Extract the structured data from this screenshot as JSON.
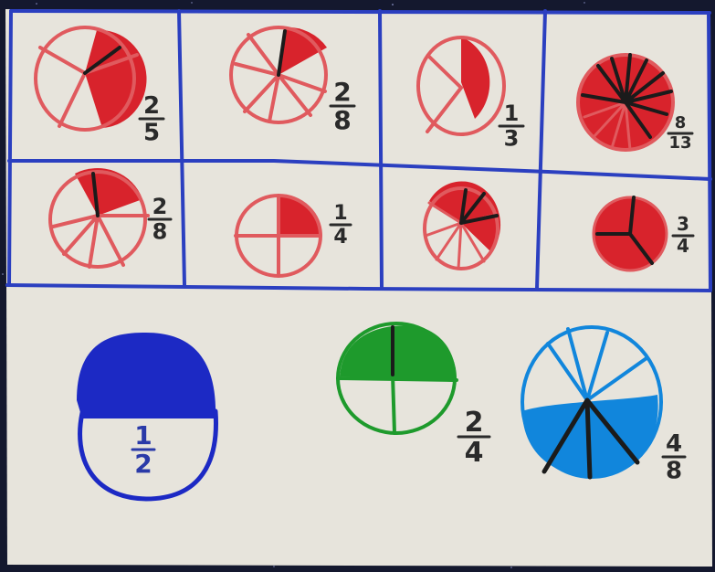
{
  "colors": {
    "background": "#14182e",
    "paper": "#e7e4dc",
    "grid_line": "#2b3fc0",
    "red_fill": "#d8232c",
    "red_outline": "#e05a5e",
    "stroke_black": "#1b1b1b",
    "navy": "#1c29c4",
    "green": "#1e9a2c",
    "light_blue": "#1186dc",
    "ink_dark": "#2a2a2a",
    "ink_blue": "#2a3aa8"
  },
  "fractions": [
    {
      "id": "f-2-5",
      "num": "2",
      "den": "5",
      "ink": "ink_dark"
    },
    {
      "id": "f-2-8-top",
      "num": "2",
      "den": "8",
      "ink": "ink_dark"
    },
    {
      "id": "f-1-3",
      "num": "1",
      "den": "3",
      "ink": "ink_dark"
    },
    {
      "id": "f-8-13",
      "num": "8",
      "den": "13",
      "ink": "ink_dark"
    },
    {
      "id": "f-2-8-mid",
      "num": "2",
      "den": "8",
      "ink": "ink_dark"
    },
    {
      "id": "f-1-4",
      "num": "1",
      "den": "4",
      "ink": "ink_dark"
    },
    {
      "id": "f-3-4",
      "num": "3",
      "den": "4",
      "ink": "ink_dark"
    },
    {
      "id": "f-1-2",
      "num": "1",
      "den": "2",
      "ink": "ink_blue"
    },
    {
      "id": "f-2-4",
      "num": "2",
      "den": "4",
      "ink": "ink_dark"
    },
    {
      "id": "f-4-8",
      "num": "4",
      "den": "8",
      "ink": "ink_dark"
    }
  ]
}
